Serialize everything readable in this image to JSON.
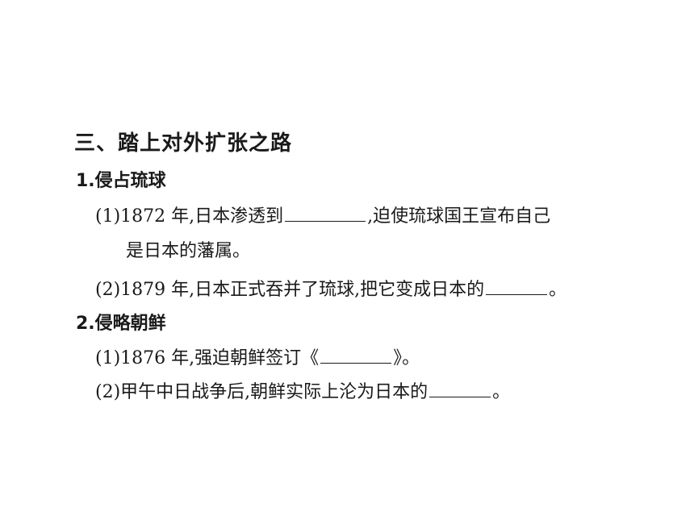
{
  "section": {
    "title": "三、踏上对外扩张之路"
  },
  "part1": {
    "title": "1.侵占琉球",
    "item1": {
      "before": "(1)1872 年,日本渗透到",
      "after": ",迫使琉球国王宣布自己",
      "continuation": "是日本的藩属。"
    },
    "item2": {
      "before": "(2)1879 年,日本正式吞并了琉球,把它变成日本的",
      "after": "。"
    }
  },
  "part2": {
    "title": "2.侵略朝鲜",
    "item1": {
      "before": "(1)1876 年,强迫朝鲜签订《",
      "after": "》。"
    },
    "item2": {
      "before": "(2)甲午中日战争后,朝鲜实际上沦为日本的",
      "after": "。"
    }
  }
}
